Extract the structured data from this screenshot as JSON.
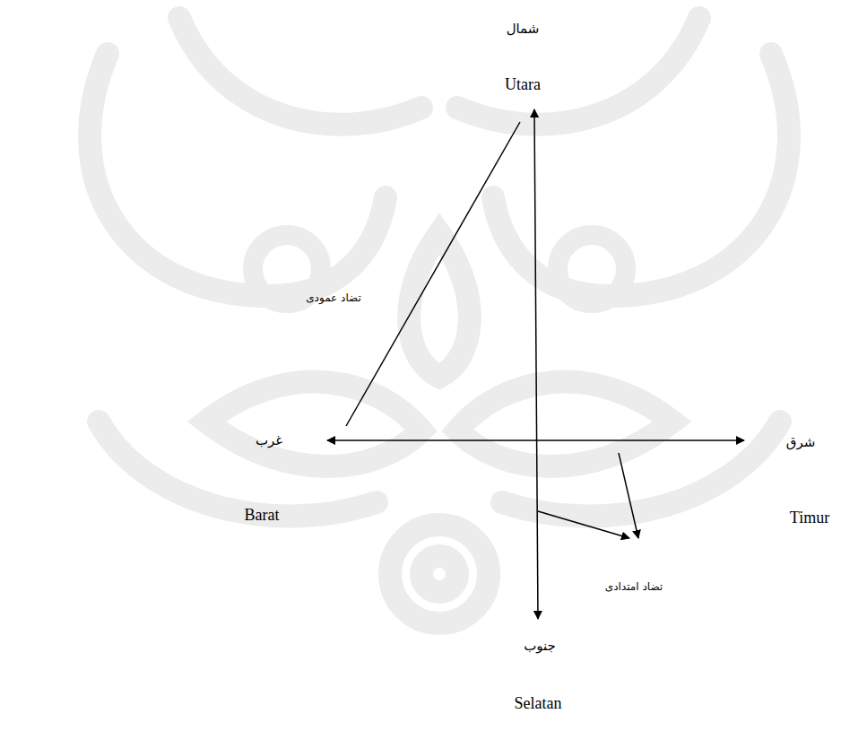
{
  "diagram": {
    "labels": [
      "شمال",
      "Utara",
      "تضاد عمودی",
      "غرب",
      "شرق",
      "Barat",
      "Timur",
      "تضاد امتدادی",
      "جنوب",
      "Selatan"
    ]
  }
}
